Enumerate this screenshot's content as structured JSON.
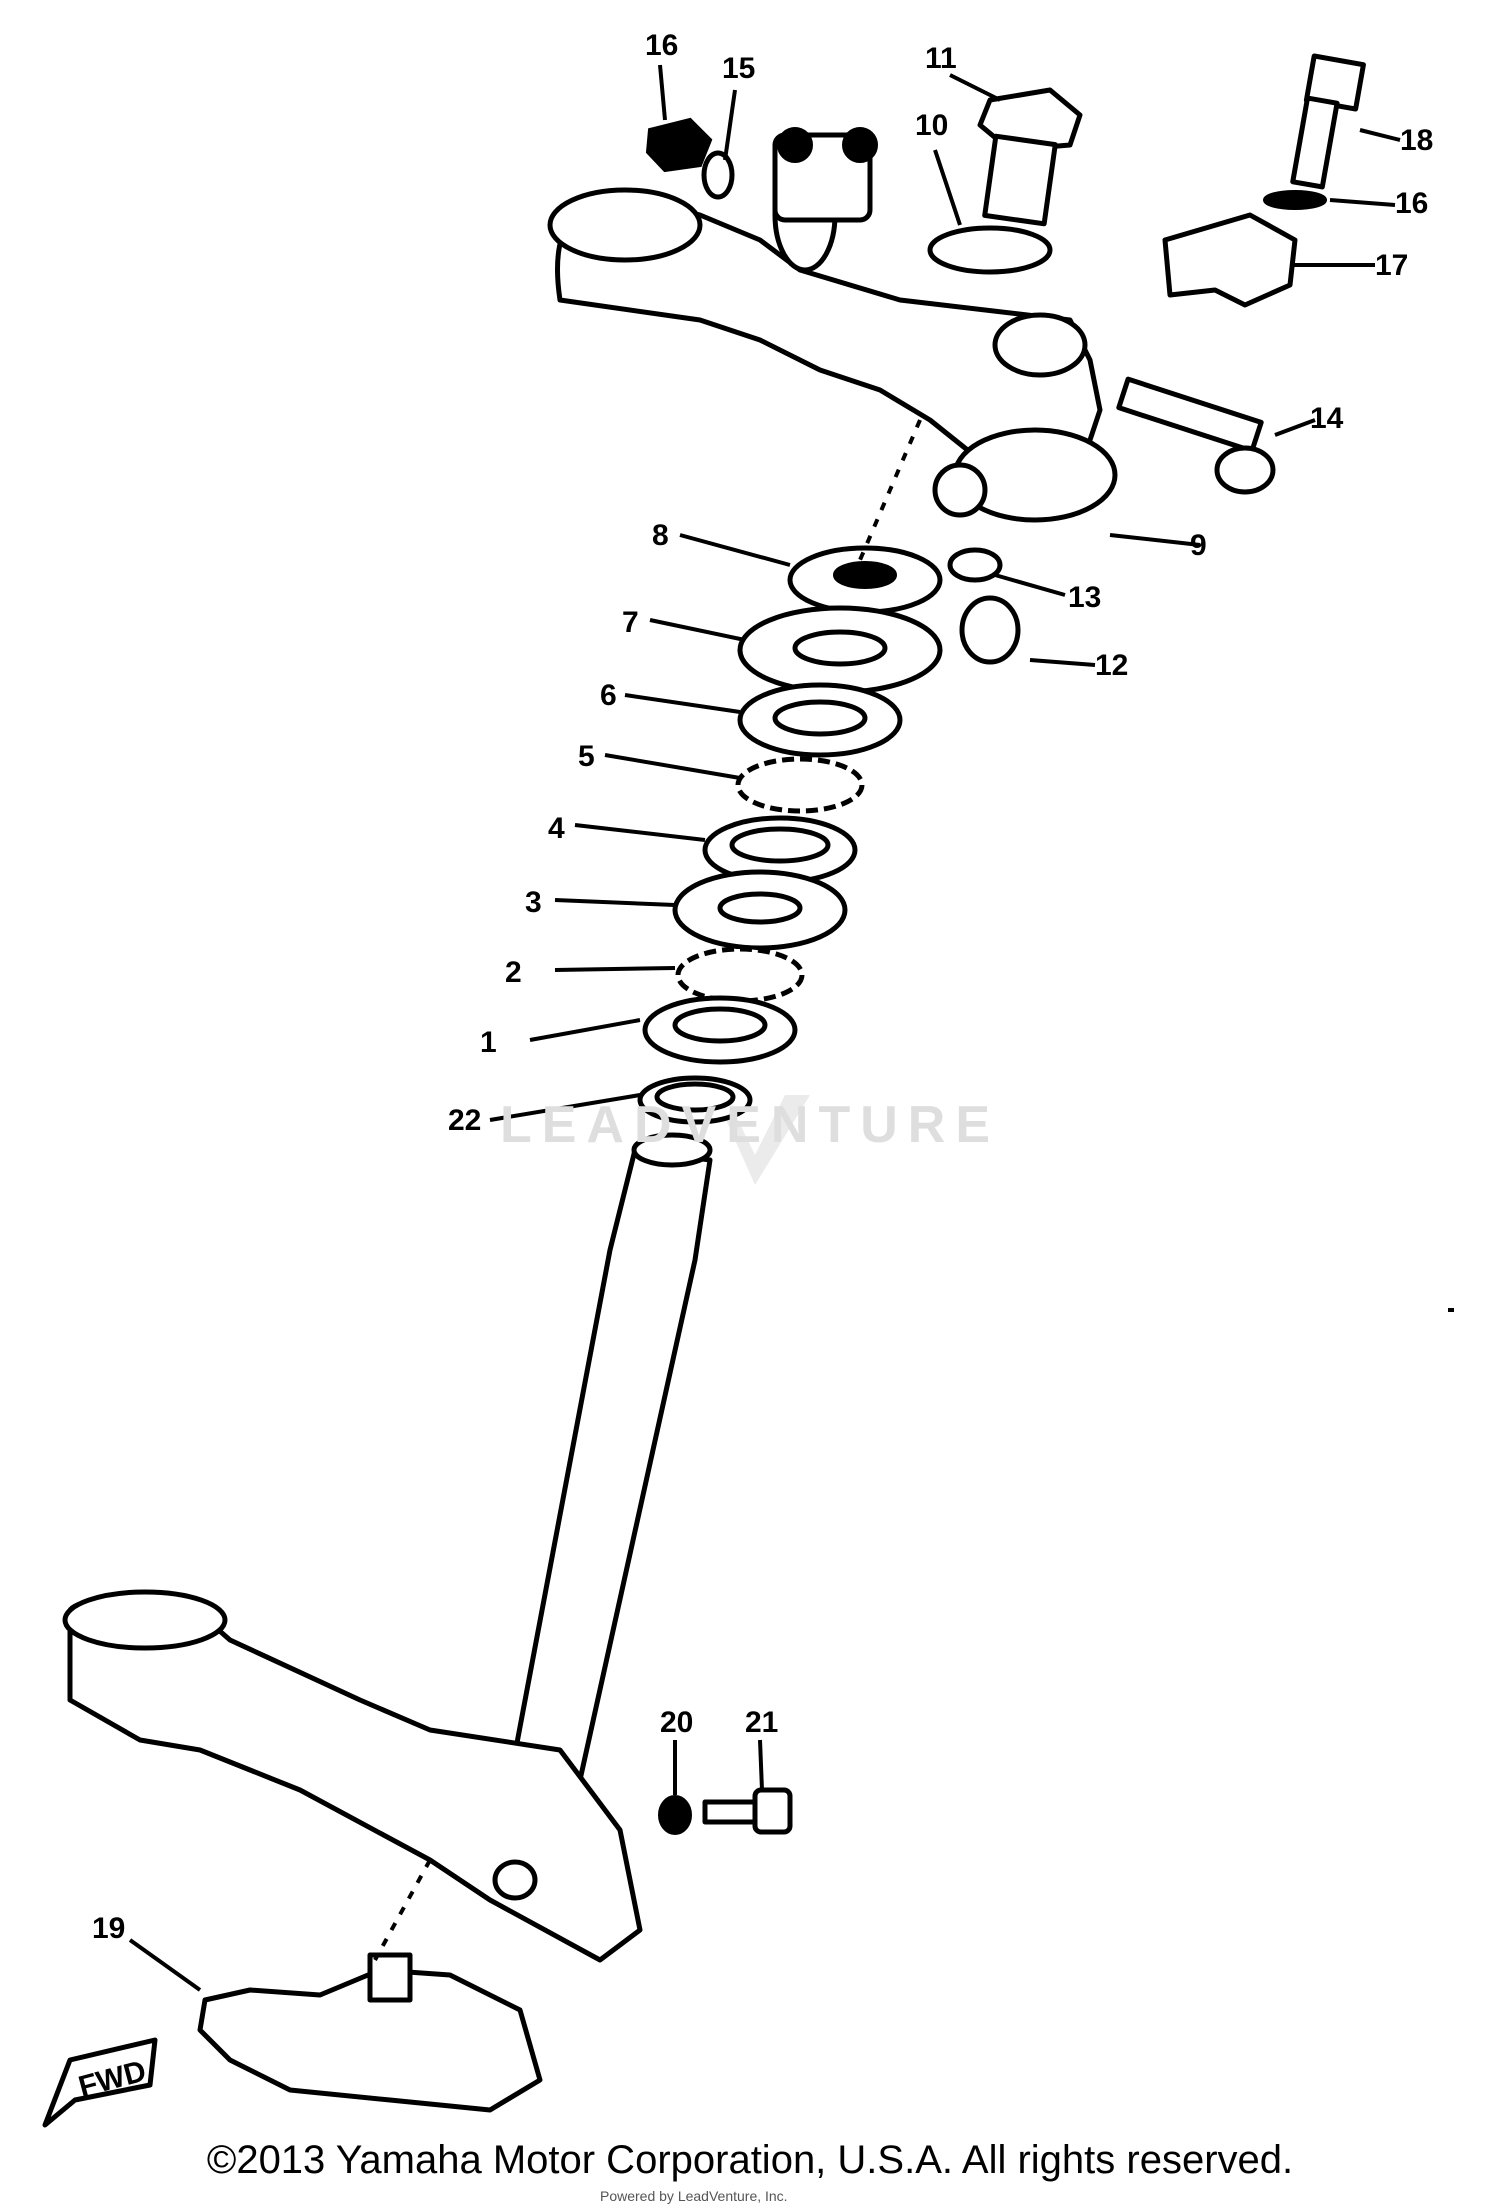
{
  "diagram": {
    "callouts": [
      "1",
      "2",
      "3",
      "4",
      "5",
      "6",
      "7",
      "8",
      "9",
      "10",
      "11",
      "12",
      "13",
      "14",
      "15",
      "16",
      "17",
      "18",
      "19",
      "20",
      "21",
      "22"
    ],
    "fwd_label": "FWD",
    "watermark_text": "LEADVENTURE",
    "copyright": "©2013 Yamaha Motor Corporation, U.S.A. All rights reserved.",
    "byline": "Powered by LeadVenture, Inc."
  }
}
